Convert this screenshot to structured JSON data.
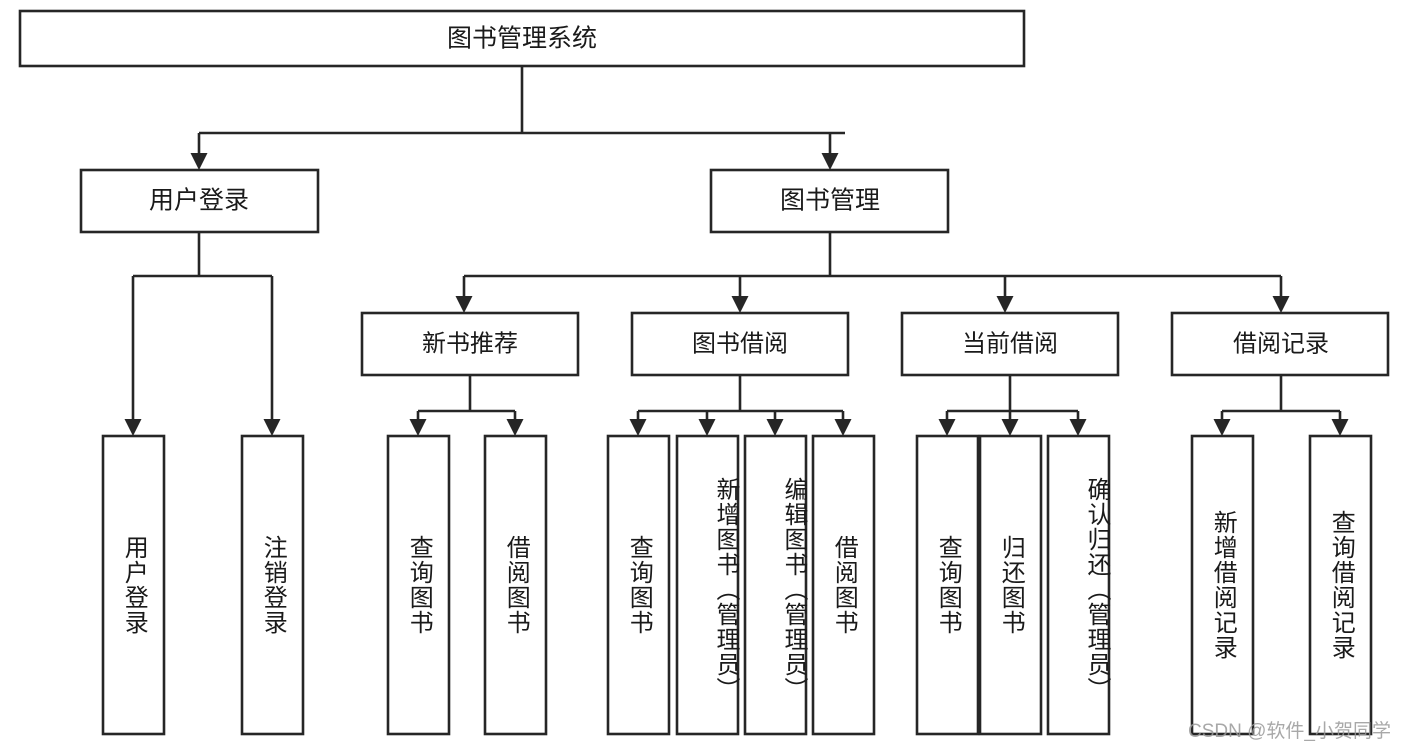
{
  "diagram": {
    "title": "图书管理系统",
    "type": "tree-hierarchy",
    "watermark": "CSDN @软件_小贺同学",
    "colors": {
      "stroke": "#262626",
      "fill": "#ffffff",
      "text": "#1a1a1a",
      "watermark": "#9a9a9a",
      "background": "#ffffff"
    },
    "root": {
      "label": "图书管理系统"
    },
    "level2": [
      {
        "label": "用户登录"
      },
      {
        "label": "图书管理"
      }
    ],
    "level3": [
      {
        "label": "新书推荐"
      },
      {
        "label": "图书借阅"
      },
      {
        "label": "当前借阅"
      },
      {
        "label": "借阅记录"
      }
    ],
    "leaves": {
      "user_login": [
        {
          "label": "用户登录"
        },
        {
          "label": "注销登录"
        }
      ],
      "new_book_recommend": [
        {
          "label": "查询图书"
        },
        {
          "label": "借阅图书"
        }
      ],
      "book_borrow": [
        {
          "label": "查询图书"
        },
        {
          "label": "新增图书（管理员）"
        },
        {
          "label": "编辑图书（管理员）"
        },
        {
          "label": "借阅图书"
        }
      ],
      "current_borrow": [
        {
          "label": "查询图书"
        },
        {
          "label": "归还图书"
        },
        {
          "label": "确认归还（管理员）"
        }
      ],
      "borrow_record": [
        {
          "label": "新增借阅记录"
        },
        {
          "label": "查询借阅记录"
        }
      ]
    }
  }
}
